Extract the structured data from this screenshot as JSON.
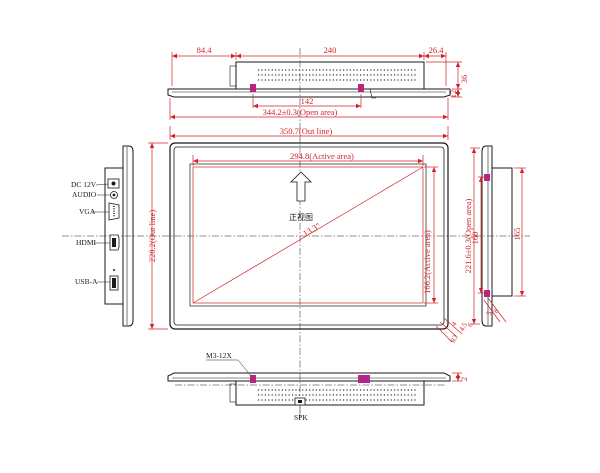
{
  "top_view": {
    "dim_left": "84.4",
    "dim_mid": "240",
    "dim_right": "26.4",
    "dim_height_36": "36",
    "dim_height_12": "12",
    "dim_142": "142",
    "dim_open_width": "344.2±0.3(Open area)"
  },
  "front_view": {
    "outline_width": "350.7(Out line)",
    "outline_height": "228.2(Out line)",
    "active_width": "294.8(Active area)",
    "active_height": "166.2(Active area)",
    "front_label": "正视图",
    "diagonal_label": "13.3\"",
    "corner_4": "4",
    "corner_45": "4.5",
    "corner_6": "6",
    "corner_r3": "R3"
  },
  "left_view": {
    "port_dc": "DC 12V",
    "port_audio": "AUDIO",
    "port_vga": "VGA",
    "port_hdmi": "HDMI",
    "port_usb": "USB-A"
  },
  "right_view": {
    "dim_open_height": "221.6±0.3(Open area)",
    "dim_160": "160",
    "dim_165": "165",
    "dim_5": "5",
    "dim_8": "8"
  },
  "bottom_view": {
    "screw_label": "M3-12X",
    "spk_label": "SPK",
    "dim_2": "2"
  }
}
